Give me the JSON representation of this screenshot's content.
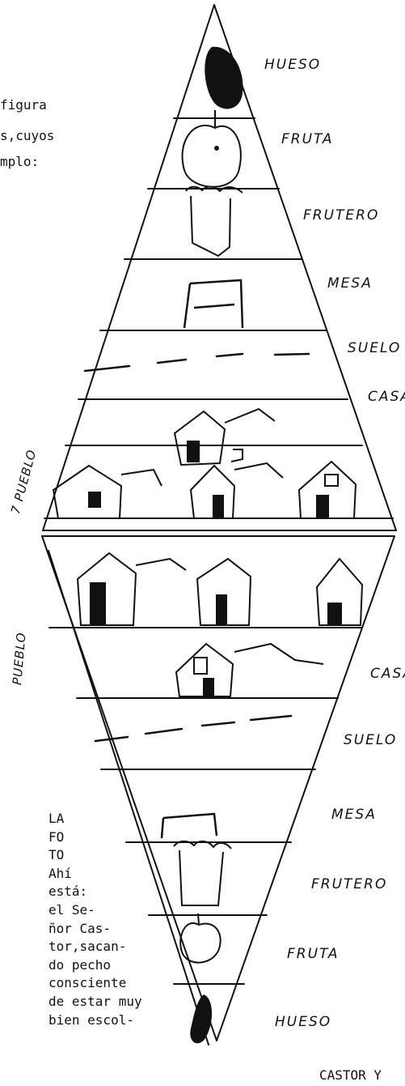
{
  "intro_fragment": [
    "figura",
    "s,cuyos",
    "mplo:"
  ],
  "top_labels": [
    "HUESO",
    "FRUTA",
    "FRUTERO",
    "MESA",
    "SUELO",
    "CASA"
  ],
  "bottom_labels": [
    "CASA",
    "SUELO",
    "MESA",
    "FRUTERO",
    "FRUTA",
    "HUESO"
  ],
  "side_labels": {
    "upper": "7 PUEBLO",
    "lower": "PUEBLO"
  },
  "bottom_fragment": "CASTOR Y",
  "poem_lines": [
    "LA",
    "FO",
    "TO",
    "Ahí",
    "está:",
    "el Se-",
    "ñor Cas-",
    "tor,sacan-",
    "do pecho",
    "consciente",
    "de estar muy",
    "bien escol-"
  ]
}
